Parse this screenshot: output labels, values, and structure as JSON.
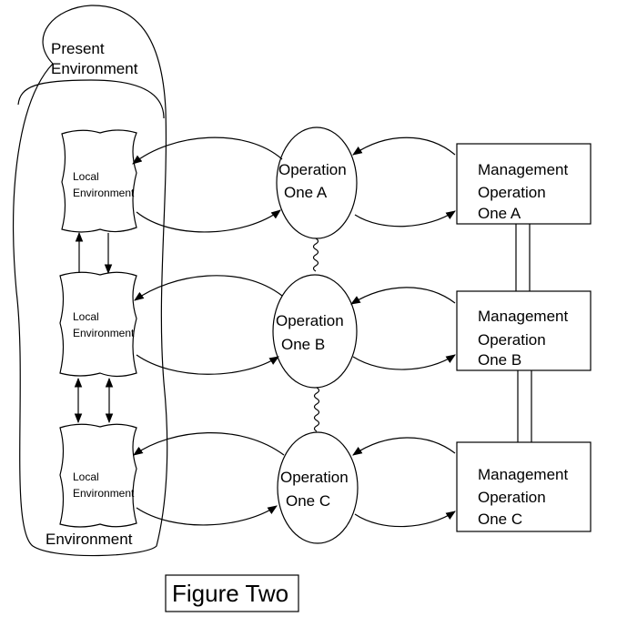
{
  "environment": {
    "present_label_line1": "Present",
    "present_label_line2": "Environment",
    "bottom_label": "Environment"
  },
  "local_environments": [
    {
      "line1": "Local",
      "line2": "Environment"
    },
    {
      "line1": "Local",
      "line2": "Environment"
    },
    {
      "line1": "Local",
      "line2": "Environment"
    }
  ],
  "operations": [
    {
      "line1": "Operation",
      "line2": "One A"
    },
    {
      "line1": "Operation",
      "line2": "One B"
    },
    {
      "line1": "Operation",
      "line2": "One C"
    }
  ],
  "management": [
    {
      "line1": "Management",
      "line2": "Operation",
      "line3": "One A"
    },
    {
      "line1": "Management",
      "line2": "Operation",
      "line3": "One B"
    },
    {
      "line1": "Management",
      "line2": "Operation",
      "line3": "One C"
    }
  ],
  "figure_caption": "Figure Two"
}
